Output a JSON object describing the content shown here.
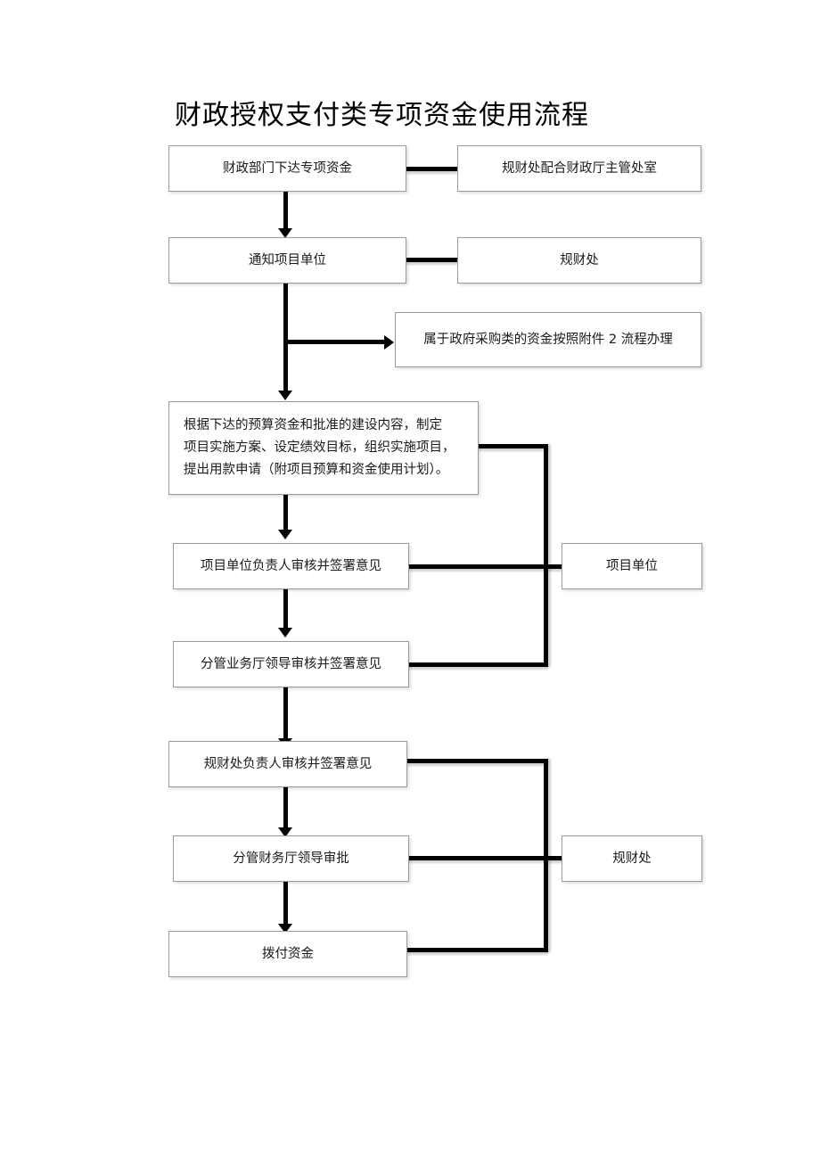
{
  "document": {
    "title": "财政授权支付类专项资金使用流程"
  },
  "flow": {
    "steps": [
      {
        "id": "step-1",
        "label": "财政部门下达专项资金"
      },
      {
        "id": "step-2",
        "label": "通知项目单位"
      },
      {
        "id": "step-3",
        "lines": [
          "根据下达的预算资金和批准的建设内容，制定",
          "项目实施方案、设定绩效目标，组织实施项目，",
          "提出用款申请（附项目预算和资金使用计划）。"
        ]
      },
      {
        "id": "step-4",
        "label": "项目单位负责人审核并签署意见"
      },
      {
        "id": "step-5",
        "label": "分管业务厅领导审核并签署意见"
      },
      {
        "id": "step-6",
        "label": "规财处负责人审核并签署意见"
      },
      {
        "id": "step-7",
        "label": "分管财务厅领导审批"
      },
      {
        "id": "step-8",
        "label": "拨付资金"
      }
    ],
    "responsibilities": [
      {
        "id": "resp-1",
        "label": "规财处配合财政厅主管处室"
      },
      {
        "id": "resp-2",
        "label": "规财处"
      },
      {
        "id": "resp-3",
        "label": "项目单位"
      },
      {
        "id": "resp-4",
        "label": "规财处"
      }
    ],
    "notes": [
      {
        "id": "note-1",
        "label": "属于政府采购类的资金按照附件 2 流程办理"
      }
    ]
  },
  "colors": {
    "connector": "#000000",
    "box_border": "#9a9a9a",
    "text": "#1a1a1a",
    "background": "#ffffff"
  }
}
